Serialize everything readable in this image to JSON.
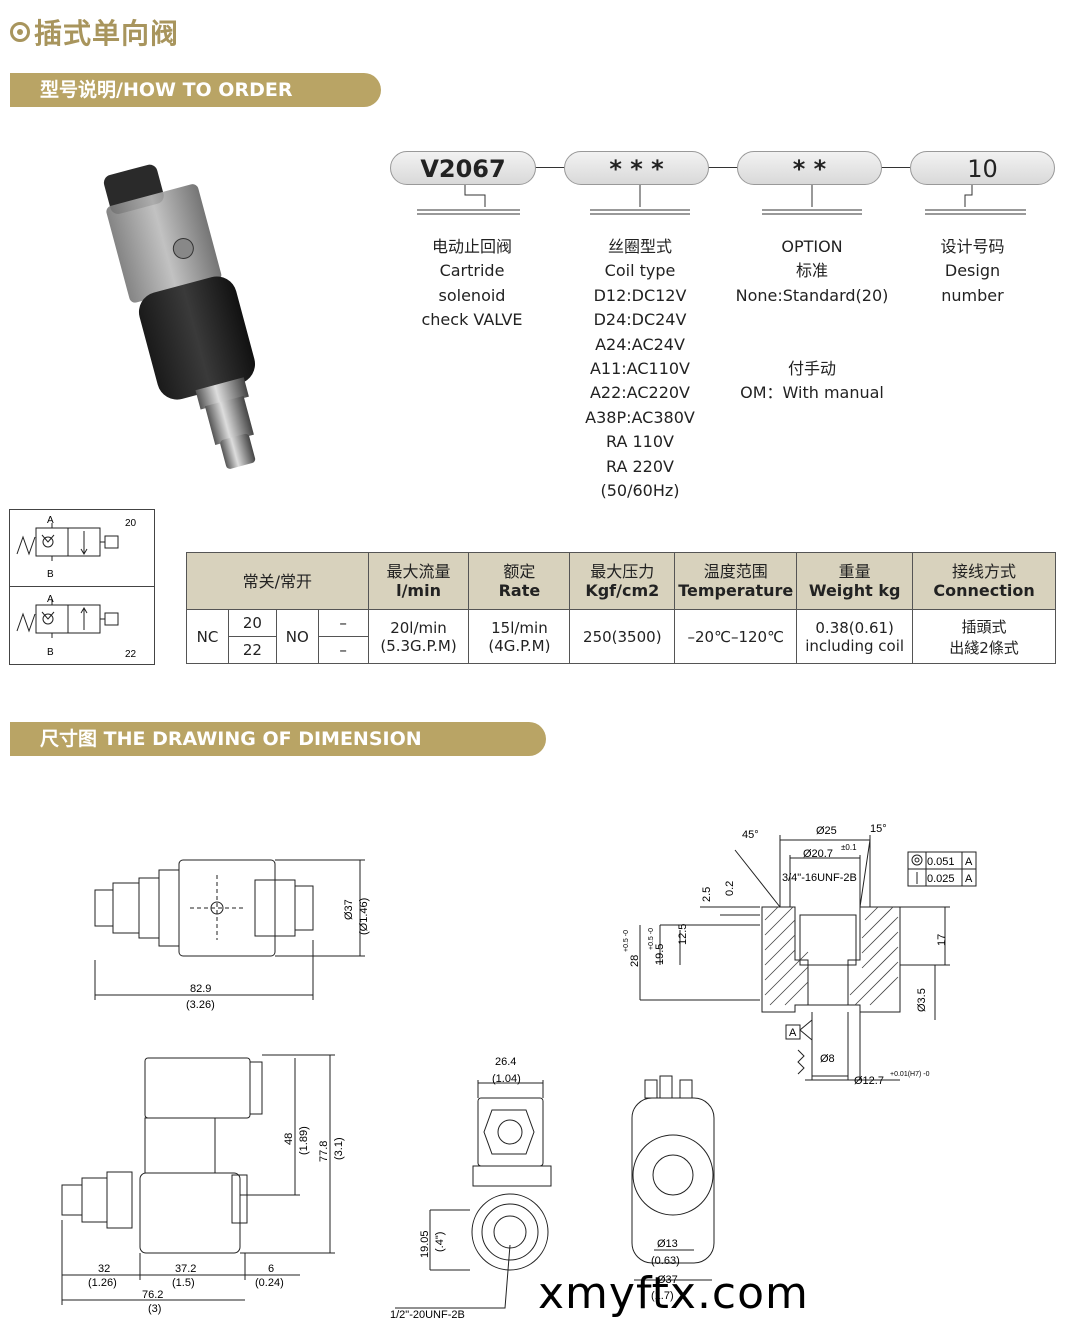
{
  "title": "插式单向阀",
  "order_banner": "型号说明/HOW TO ORDER",
  "dimension_banner": "尺寸图 THE DRAWING OF DIMENSION",
  "model_code": [
    {
      "code": "V2067",
      "desc": [
        "电动止回阀",
        "Cartride",
        "solenoid",
        "check VALVE"
      ]
    },
    {
      "code": "* * *",
      "desc": [
        "丝圈型式",
        "Coil type",
        "D12:DC12V",
        "D24:DC24V",
        "A24:AC24V",
        "A11:AC110V",
        "A22:AC220V",
        "A38P:AC380V",
        "RA 110V",
        "RA 220V",
        "(50/60Hz)"
      ]
    },
    {
      "code": "* *",
      "desc": [
        "OPTION",
        "标准",
        "None:Standard(20)",
        "",
        "",
        "付手动",
        "OM：With manual"
      ]
    },
    {
      "code": "10",
      "desc": [
        "设计号码",
        "Design",
        "number"
      ]
    }
  ],
  "symbols": [
    {
      "a": "A",
      "b": "B",
      "num": "20"
    },
    {
      "a": "A",
      "b": "B",
      "num": "22"
    }
  ],
  "spec_table": {
    "head0": "常关/常开",
    "head1": [
      "最大流量",
      "l/min"
    ],
    "head2": [
      "额定",
      "Rate"
    ],
    "head3": [
      "最大压力",
      "Kgf/cm2"
    ],
    "head4": [
      "温度范围",
      "Temperature"
    ],
    "head5": [
      "重量",
      "Weight kg"
    ],
    "head6": [
      "接线方式",
      "Connection"
    ],
    "nc": "NC",
    "no": "NO",
    "n20": "20",
    "n22": "22",
    "dash": "–",
    "flow": [
      "20l/min",
      "(5.3G.P.M)"
    ],
    "rate": [
      "15l/min",
      "(4G.P.M)"
    ],
    "pressure": "250(3500)",
    "temp": "–20℃–120℃",
    "weight": [
      "0.38(0.61)",
      "including coil"
    ],
    "connection": [
      "插頭式",
      "出綫2條式"
    ]
  },
  "dims": {
    "d1": "82.9",
    "d1i": "(3.26)",
    "d2": "Ø37",
    "d2i": "(Ø1.46)",
    "d3": "48",
    "d3i": "(1.89)",
    "d4": "77.8",
    "d4i": "(3.1)",
    "d5": "32",
    "d5i": "(1.26)",
    "d6": "37.2",
    "d6i": "(1.5)",
    "d7": "6",
    "d7i": "(0.24)",
    "d8": "76.2",
    "d8i": "(3)",
    "d9": "26.4",
    "d9i": "(1.04)",
    "d10": "19.05",
    "d10i": "(.4\")",
    "thread": "1/2\"-20UNF-2B",
    "d11": "Ø13",
    "d11i": "(0.63)",
    "d12": "Ø37",
    "d12i": "(1.7)",
    "c45": "45°",
    "c25": "Ø25",
    "c15": "15°",
    "c207": "Ø20.7",
    "c207t": "±0.1",
    "c2": "3/4\"-16UNF-2B",
    "c25b": "2.5",
    "c02": "0.2",
    "c125": "12.5",
    "c28": "28",
    "c28t": "+0.5 -0",
    "c195": "19.5",
    "c195t": "+0.5 -0",
    "c17": "17",
    "c35": "Ø3.5",
    "c8": "Ø8",
    "c127": "Ø12.7",
    "c127t": "+0.01(H7) -0",
    "tol1": "0.051",
    "tol2": "0.025",
    "datum": "A"
  },
  "watermark": "xmyftx.com"
}
